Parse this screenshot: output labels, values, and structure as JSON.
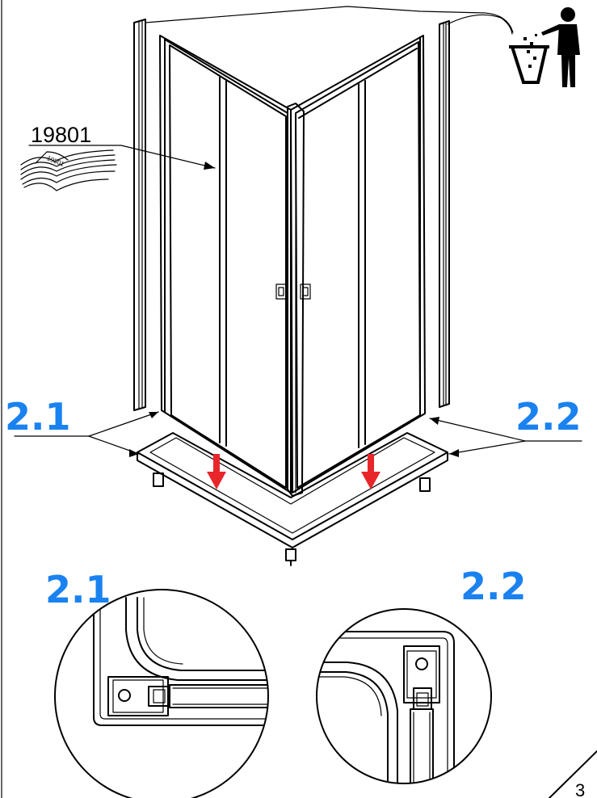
{
  "part_number": "19801",
  "manual_code": "19801",
  "labels": {
    "left_callout": "2.1",
    "right_callout": "2.2",
    "left_detail": "2.1",
    "right_detail": "2.2"
  },
  "page_number": "3",
  "colors": {
    "callout_blue": "#1a82f0",
    "arrow_red": "#e8262a",
    "line": "#000000"
  },
  "icons": [
    "manual-book-icon",
    "trash-disposal-icon",
    "down-arrow-icon",
    "handle-icon"
  ]
}
